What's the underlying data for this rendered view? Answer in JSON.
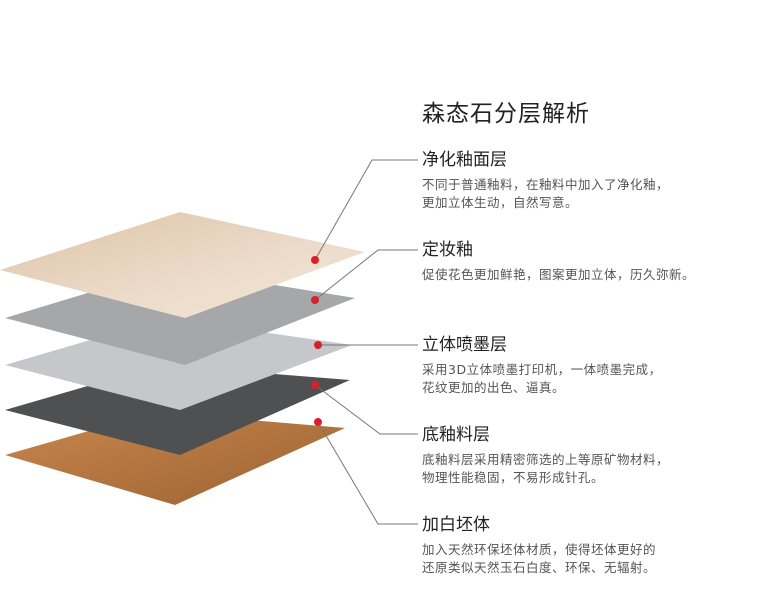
{
  "title": "森态石分层解析",
  "layers": [
    {
      "name": "净化釉面层",
      "desc": [
        "不同于普通釉料，在釉料中加入了净化釉，",
        "更加立体生动，自然写意。"
      ],
      "color": "#e6d2bb"
    },
    {
      "name": "定妆釉",
      "desc": [
        "促使花色更加鲜艳，图案更加立体，历久弥新。"
      ],
      "color": "#a9a9ab"
    },
    {
      "name": "立体喷墨层",
      "desc": [
        "采用3D立体喷墨打印机，一体喷墨完成，",
        "花纹更加的出色、逼真。"
      ],
      "color": "#c3c4c8"
    },
    {
      "name": "底釉料层",
      "desc": [
        "底釉料层采用精密筛选的上等原矿物材料，",
        "物理性能稳固，不易形成针孔。"
      ],
      "color": "#555657"
    },
    {
      "name": "加白坯体",
      "desc": [
        "加入天然环保坯体材质，使得坯体更好的",
        "还原类似天然玉石白度、环保、无辐射。"
      ],
      "color": "#b57a45"
    }
  ],
  "accent": "#d9202a"
}
